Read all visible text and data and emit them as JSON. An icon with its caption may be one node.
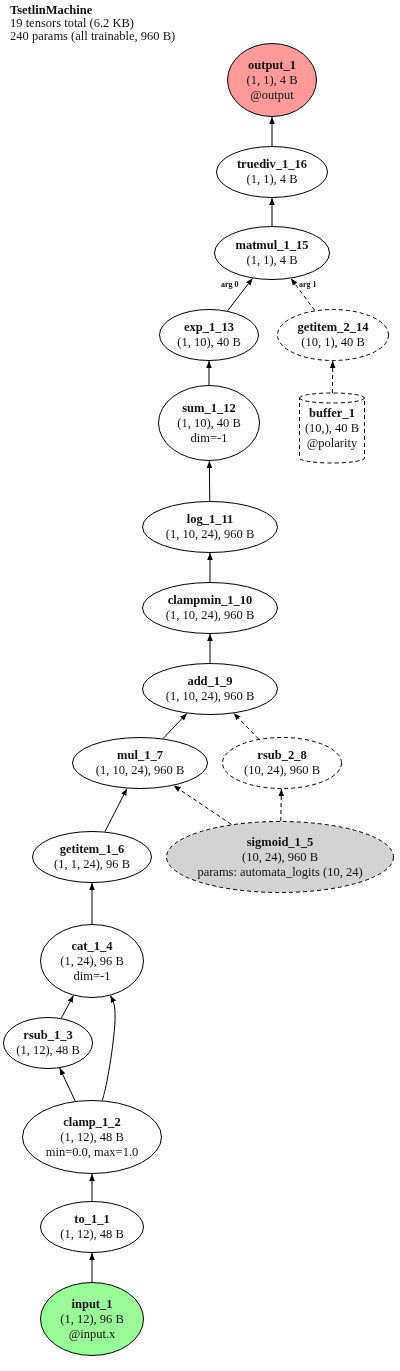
{
  "diagram": {
    "title": "TsetlinMachine",
    "nodes": [
      {
        "text": [
          "output_1",
          "(1, 1), 4 B",
          "@output"
        ]
      },
      {
        "text": [
          "truediv_1_16",
          "(1, 1), 4 B"
        ]
      },
      {
        "text": [
          "matmul_1_15",
          "(1, 1), 4 B"
        ]
      },
      {
        "text": [
          "exp_1_13",
          "(1, 10), 40 B"
        ]
      },
      {
        "text": [
          "getitem_2_14",
          "(10, 1), 40 B"
        ]
      },
      {
        "text": [
          "buffer_1",
          "(10,), 40 B",
          "@polarity"
        ]
      },
      {
        "text": [
          "sum_1_12",
          "(1, 10), 40 B",
          "dim=-1"
        ]
      },
      {
        "text": [
          "log_1_11",
          "(1, 10, 24), 960 B"
        ]
      },
      {
        "text": [
          "clampmin_1_10",
          "(1, 10, 24), 960 B"
        ]
      },
      {
        "text": [
          "add_1_9",
          "(1, 10, 24), 960 B"
        ]
      },
      {
        "text": [
          "mul_1_7",
          "(1, 10, 24), 960 B"
        ]
      },
      {
        "text": [
          "rsub_2_8",
          "(10, 24), 960 B"
        ]
      },
      {
        "text": [
          "getitem_1_6",
          "(1, 1, 24), 96 B"
        ]
      },
      {
        "text": [
          "sigmoid_1_5",
          "(10, 24), 960 B",
          "params: automata_logits (10, 24)"
        ]
      },
      {
        "text": [
          "cat_1_4",
          "(1, 24), 96 B",
          "dim=-1"
        ]
      },
      {
        "text": [
          "rsub_1_3",
          "(1, 12), 48 B"
        ]
      },
      {
        "text": [
          "clamp_1_2",
          "(1, 12), 48 B",
          "min=0.0, max=1.0"
        ]
      },
      {
        "text": [
          "to_1_1",
          "(1, 12), 48 B"
        ]
      },
      {
        "text": [
          "input_1",
          "(1, 12), 96 B",
          "@input.x"
        ]
      }
    ],
    "edges": [
      {
        "from": 18,
        "to": 17,
        "arrow": "to"
      },
      {
        "from": 17,
        "to": 16,
        "arrow": "to"
      },
      {
        "from": 16,
        "to": 15,
        "arrow": "to"
      },
      {
        "from": 16,
        "to": 14,
        "arrow": "to"
      },
      {
        "from": 15,
        "to": 14,
        "arrow": "to"
      },
      {
        "from": 14,
        "to": 12,
        "arrow": "to"
      },
      {
        "from": 12,
        "to": 10,
        "arrow": "to"
      },
      {
        "from": 13,
        "to": 10,
        "arrow": "to",
        "style": "dashed"
      },
      {
        "from": 13,
        "to": 11,
        "arrow": "to",
        "style": "dashed"
      },
      {
        "from": 10,
        "to": 9,
        "arrow": "to"
      },
      {
        "from": 11,
        "to": 9,
        "arrow": "to",
        "style": "dashed"
      },
      {
        "from": 9,
        "to": 8,
        "arrow": "to"
      },
      {
        "from": 8,
        "to": 7,
        "arrow": "to"
      },
      {
        "from": 7,
        "to": 6,
        "arrow": "to"
      },
      {
        "from": 6,
        "to": 3,
        "arrow": "to"
      },
      {
        "from": 3,
        "to": 2,
        "arrow": "to",
        "label": "arg 0"
      },
      {
        "from": 5,
        "to": 4,
        "arrow": "to",
        "style": "dashed"
      },
      {
        "from": 4,
        "to": 2,
        "arrow": "to",
        "style": "dashed",
        "label": "arg 1"
      },
      {
        "from": 2,
        "to": 1,
        "arrow": "to"
      },
      {
        "from": 1,
        "to": 0,
        "arrow": "to"
      }
    ],
    "labels": [
      "19 tensors total (6.2 KB)",
      "240 params (all trainable, 960 B)"
    ]
  }
}
